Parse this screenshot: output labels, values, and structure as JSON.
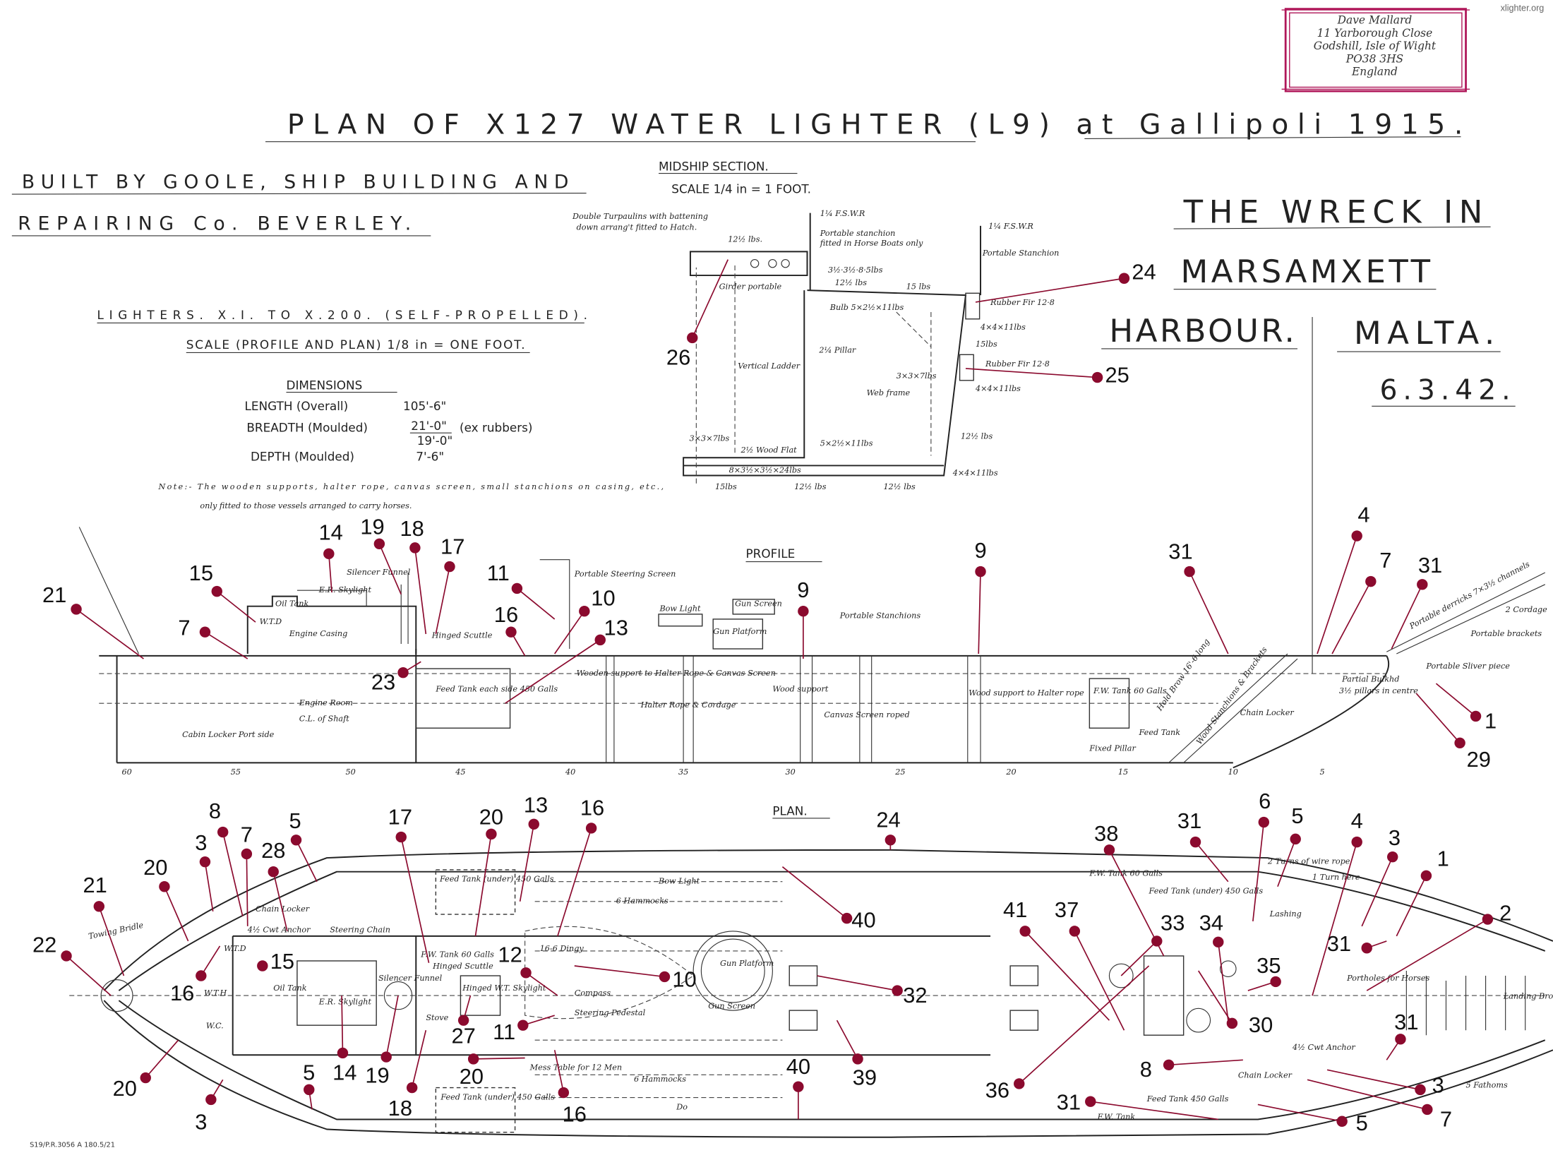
{
  "watermark": "xlighter.org",
  "stamp": {
    "lines": [
      "Dave Mallard",
      "11 Yarborough Close",
      "Godshill, Isle of Wight",
      "PO38 3HS",
      "England"
    ],
    "color": "#b0185a"
  },
  "title": "PLAN OF X127 WATER LIGHTER (L9) at Gallipoli 1915.",
  "builder": [
    "BUILT BY GOOLE, SHIP BUILDING AND",
    "REPAIRING Co. BEVERLEY."
  ],
  "wreck": [
    "THE WRECK IN",
    "MARSAMXETT",
    "HARBOUR.",
    "MALTA.",
    "6.3.42."
  ],
  "lighters": {
    "heading": "LIGHTERS. X.I. TO X.200. (SELF-PROPELLED).",
    "scale": "SCALE (PROFILE AND PLAN) 1/8 in = ONE FOOT."
  },
  "dimensions": {
    "heading": "DIMENSIONS",
    "rows": [
      {
        "label": "LENGTH (Overall)",
        "value": "105'-6\"",
        "extra": ""
      },
      {
        "label": "BREADTH (Moulded)",
        "value": "21'-0\"",
        "extra": "(ex rubbers)",
        "value2": "19'-0\""
      },
      {
        "label": "DEPTH (Moulded)",
        "value": "7'-6\"",
        "extra": ""
      }
    ],
    "note": [
      "Note:- The wooden supports, halter rope, canvas screen, small stanchions on casing, etc.,",
      "only fitted to those vessels arranged to carry horses."
    ]
  },
  "midship": {
    "heading": "MIDSHIP SECTION.",
    "scale": "SCALE 1/4 in = 1 FOOT.",
    "labels": [
      "Double Turpaulins with battening",
      "down arrang't fitted to Hatch.",
      "12½ lbs.",
      "Girder portable",
      "1¼ F.S.W.R",
      "Portable stanchion",
      "fitted in Horse Boats only",
      "3½·3½·8·5lbs",
      "12½ lbs",
      "15 lbs",
      "Bulb 5×2½×11lbs",
      "Vertical Ladder",
      "2¼ Pillar",
      "Web frame",
      "1¼ F.S.W.R",
      "Portable Stanchion",
      "Rubber Fir 12·8",
      "4×4×11lbs",
      "15lbs",
      "Rubber Fir 12·8",
      "4×4×11lbs",
      "3×3×7lbs",
      "12½ lbs",
      "3×3×7lbs",
      "2½ Wood Flat",
      "5×2½×11lbs",
      "8×3½×3½×24lbs",
      "15lbs",
      "12½ lbs",
      "12½ lbs",
      "4×4×11lbs"
    ]
  },
  "profile": {
    "heading": "PROFILE",
    "labels": [
      "Silencer Funnel",
      "Oil Tank",
      "E.R. Skylight",
      "W.T.D",
      "Engine Casing",
      "Hinged Scuttle",
      "Portable Steering Screen",
      "Bow Light",
      "Gun Screen",
      "Gun Platform",
      "Portable Stanchions",
      "Cabin Locker Port side",
      "Engine Room",
      "C.L. of Shaft",
      "Feed Tank each side 450 Galls",
      "Wooden support to Halter Rope & Canvas Screen",
      "Halter Rope & Cordage",
      "Wood support",
      "Canvas Screen roped",
      "Wood support to Halter rope",
      "F.W. Tank 60 Galls",
      "Feed Tank",
      "Fixed Pillar",
      "Hold Brow 16'-6 long",
      "Wood Stanchions & Brackets",
      "Chain Locker",
      "Partial Bulkhd",
      "3½ pillars in centre",
      "Portable Sliver piece",
      "Portable derricks 7×3½ channels",
      "Portable brackets",
      "2 Cordage"
    ],
    "frames": [
      "60",
      "55",
      "50",
      "45",
      "40",
      "35",
      "30",
      "25",
      "20",
      "15",
      "10",
      "5"
    ]
  },
  "plan": {
    "heading": "PLAN.",
    "labels": [
      "Towing Bridle",
      "Chain Locker",
      "4½ Cwt Anchor",
      "Steering Chain",
      "W.T.D",
      "Oil Tank",
      "E.R. Skylight",
      "Silencer Funnel",
      "W.T.H",
      "W.C.",
      "Feed Tank (under) 450 Galls",
      "F.W. Tank 60 Galls",
      "Hinged Scuttle",
      "Stove",
      "Hinged W.T. Skylight",
      "16-6 Dingy",
      "Compass",
      "Steering Pedestal",
      "Mess Table for 12 Men",
      "6 Hammocks",
      "6 Hammocks",
      "Bow Light",
      "Gun Platform",
      "Gun Screen",
      "Feed Tank (under) 450 Galls",
      "Do",
      "F.W. Tank 60 Galls",
      "Feed Tank (under) 450 Galls",
      "2 Turns of wire rope",
      "1 Turn here",
      "Lashing",
      "Portholes for Horses",
      "4½ Cwt Anchor",
      "Chain Locker",
      "F.W. Tank",
      "Feed Tank 450 Galls",
      "5 Fathoms",
      "Landing Bro"
    ]
  },
  "drawing_ref": "S19/P.R.3056 A 180.5/21",
  "callout_color": "#8b0a2e",
  "callouts": [
    "24",
    "25",
    "26",
    "21",
    "15",
    "7",
    "14",
    "19",
    "18",
    "17",
    "11",
    "16",
    "10",
    "13",
    "23",
    "9",
    "9",
    "31",
    "4",
    "7",
    "31",
    "1",
    "29",
    "8",
    "7",
    "5",
    "3",
    "28",
    "20",
    "21",
    "22",
    "15",
    "16",
    "17",
    "20",
    "13",
    "16",
    "24",
    "40",
    "12",
    "10",
    "11",
    "27",
    "14",
    "19",
    "18",
    "20",
    "20",
    "3",
    "5",
    "16",
    "40",
    "39",
    "32",
    "36",
    "41",
    "37",
    "38",
    "33",
    "34",
    "35",
    "30",
    "31",
    "6",
    "5",
    "4",
    "3",
    "1",
    "2",
    "31",
    "31",
    "8",
    "31",
    "3",
    "7",
    "5"
  ]
}
